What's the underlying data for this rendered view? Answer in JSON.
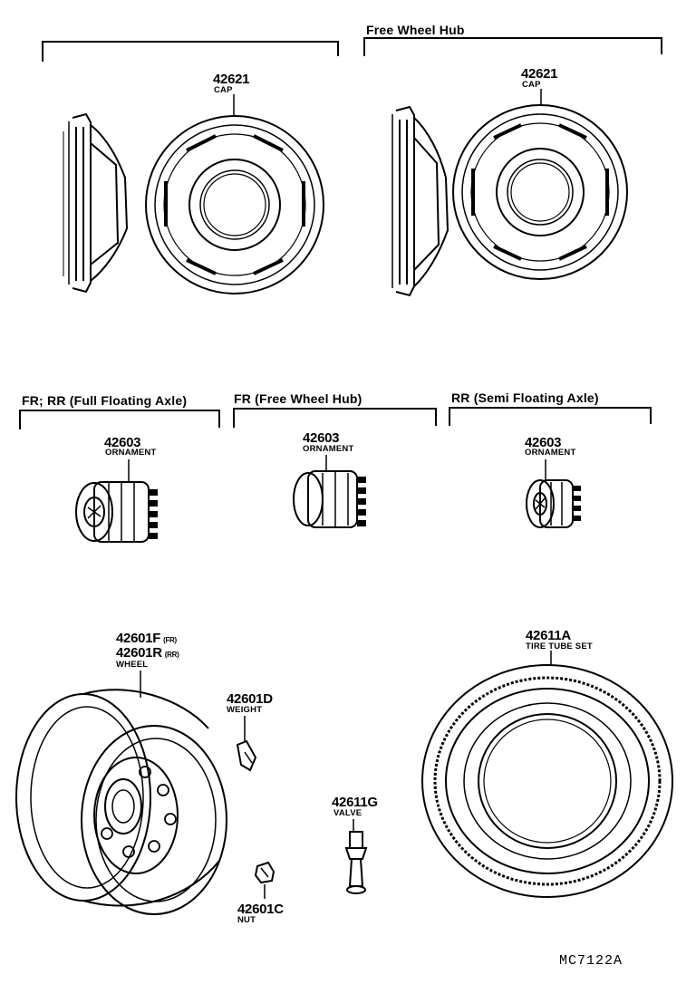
{
  "headers": {
    "free_wheel_hub": "Free Wheel Hub",
    "full_floating": "FR; RR (Full Floating Axle)",
    "fr_free_wheel": "FR (Free Wheel Hub)",
    "semi_floating": "RR (Semi Floating Axle)"
  },
  "parts": {
    "cap_left": {
      "number": "42621",
      "name": "CAP"
    },
    "cap_right": {
      "number": "42621",
      "name": "CAP"
    },
    "ornament_1": {
      "number": "42603",
      "name": "ORNAMENT"
    },
    "ornament_2": {
      "number": "42603",
      "name": "ORNAMENT"
    },
    "ornament_3": {
      "number": "42603",
      "name": "ORNAMENT"
    },
    "wheel": {
      "number_f": "42601F",
      "tag_f": "(FR)",
      "number_r": "42601R",
      "tag_r": "(RR)",
      "name": "WHEEL"
    },
    "weight": {
      "number": "42601D",
      "name": "WEIGHT"
    },
    "valve": {
      "number": "42611G",
      "name": "VALVE"
    },
    "nut": {
      "number": "42601C",
      "name": "NUT"
    },
    "tire": {
      "number": "42611A",
      "name": "TIRE TUBE SET"
    }
  },
  "diagram_code": "MC7122A"
}
